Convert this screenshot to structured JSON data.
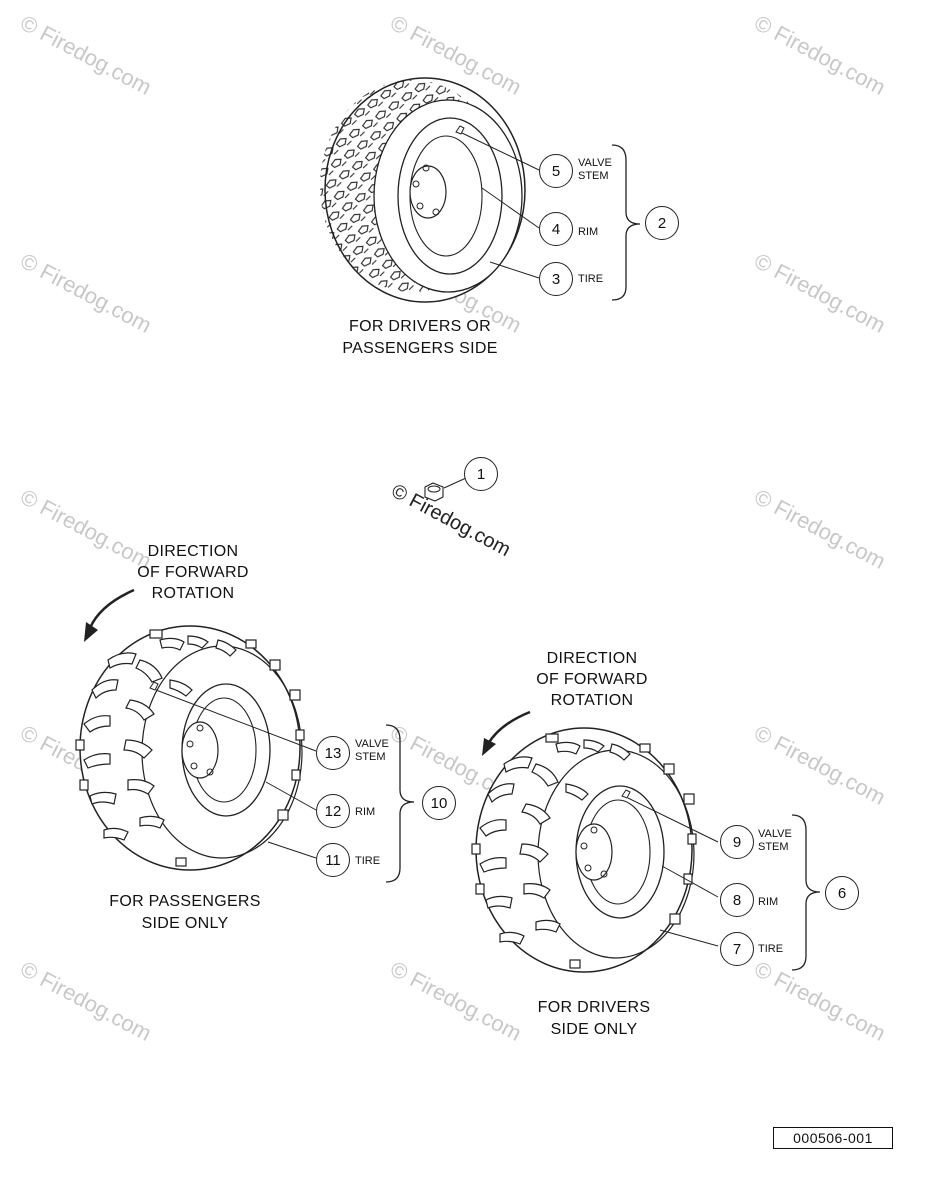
{
  "watermark": "© Firedog.com",
  "top_group": {
    "caption_line1": "FOR DRIVERS OR",
    "caption_line2": "PASSENGERS SIDE",
    "assembly": "2",
    "parts": [
      {
        "num": "5",
        "label_line1": "VALVE",
        "label_line2": "STEM"
      },
      {
        "num": "4",
        "label_line1": "RIM",
        "label_line2": ""
      },
      {
        "num": "3",
        "label_line1": "TIRE",
        "label_line2": ""
      }
    ]
  },
  "lug_nut": {
    "num": "1"
  },
  "left_group": {
    "direction_line1": "DIRECTION",
    "direction_line2": "OF FORWARD",
    "direction_line3": "ROTATION",
    "caption_line1": "FOR PASSENGERS",
    "caption_line2": "SIDE ONLY",
    "assembly": "10",
    "parts": [
      {
        "num": "13",
        "label_line1": "VALVE",
        "label_line2": "STEM"
      },
      {
        "num": "12",
        "label_line1": "RIM",
        "label_line2": ""
      },
      {
        "num": "11",
        "label_line1": "TIRE",
        "label_line2": ""
      }
    ]
  },
  "right_group": {
    "direction_line1": "DIRECTION",
    "direction_line2": "OF FORWARD",
    "direction_line3": "ROTATION",
    "caption_line1": "FOR DRIVERS",
    "caption_line2": "SIDE ONLY",
    "assembly": "6",
    "parts": [
      {
        "num": "9",
        "label_line1": "VALVE",
        "label_line2": "STEM"
      },
      {
        "num": "8",
        "label_line1": "RIM",
        "label_line2": ""
      },
      {
        "num": "7",
        "label_line1": "TIRE",
        "label_line2": ""
      }
    ]
  },
  "part_number": "000506-001"
}
